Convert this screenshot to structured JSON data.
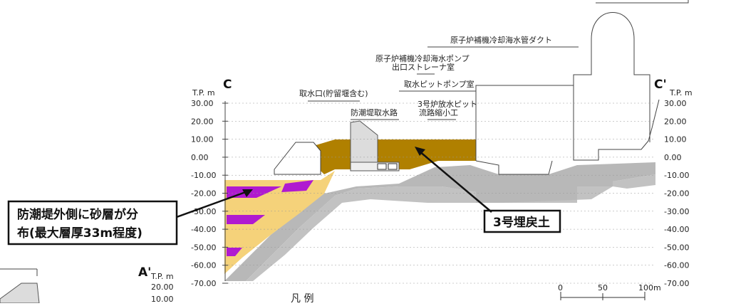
{
  "section_left": "C",
  "section_right": "C'",
  "section_left2": "A'",
  "tp_label": "T.P. m",
  "ticks_left": [
    "30.00",
    "20.00",
    "10.00",
    "0.00",
    "-10.00",
    "-20.00",
    "-30.00",
    "-40.00",
    "-50.00",
    "-60.00",
    "-70.00"
  ],
  "ticks_right": [
    "30.00",
    "20.00",
    "10.00",
    "0.00",
    "-10.00",
    "-20.00",
    "-30.00",
    "-40.00",
    "-50.00",
    "-60.00",
    "-70.00"
  ],
  "lower_ticks": [
    "20.00",
    "10.00"
  ],
  "labels": {
    "duct": "原子炉補機冷却海水管ダクト",
    "pump_line1": "原子炉補機冷却海水ポンプ",
    "pump_line2": "出口ストレーナ室",
    "pit_pump": "取水ピットポンプ室",
    "intake": "取水口(貯留堰含む)",
    "seawall_channel": "防潮堤取水路",
    "unit3_pit_line1": "3号炉放水ピット",
    "unit3_pit_line2": "流路縮小工",
    "bottom_partial": "凡 例"
  },
  "callouts": {
    "sand_line1": "防潮堤外側に砂層が分",
    "sand_line2": "布(最大層厚33m程度)",
    "backfill": "3号埋戻土"
  },
  "scale": {
    "zero": "0",
    "mid": "50",
    "end": "100m"
  },
  "colors": {
    "backfill": "#b08000",
    "sand": "#f5d27a",
    "purple": "#b01ad0",
    "bedrock": "#b8b8b8",
    "rock_light": "#d6d6d6"
  }
}
